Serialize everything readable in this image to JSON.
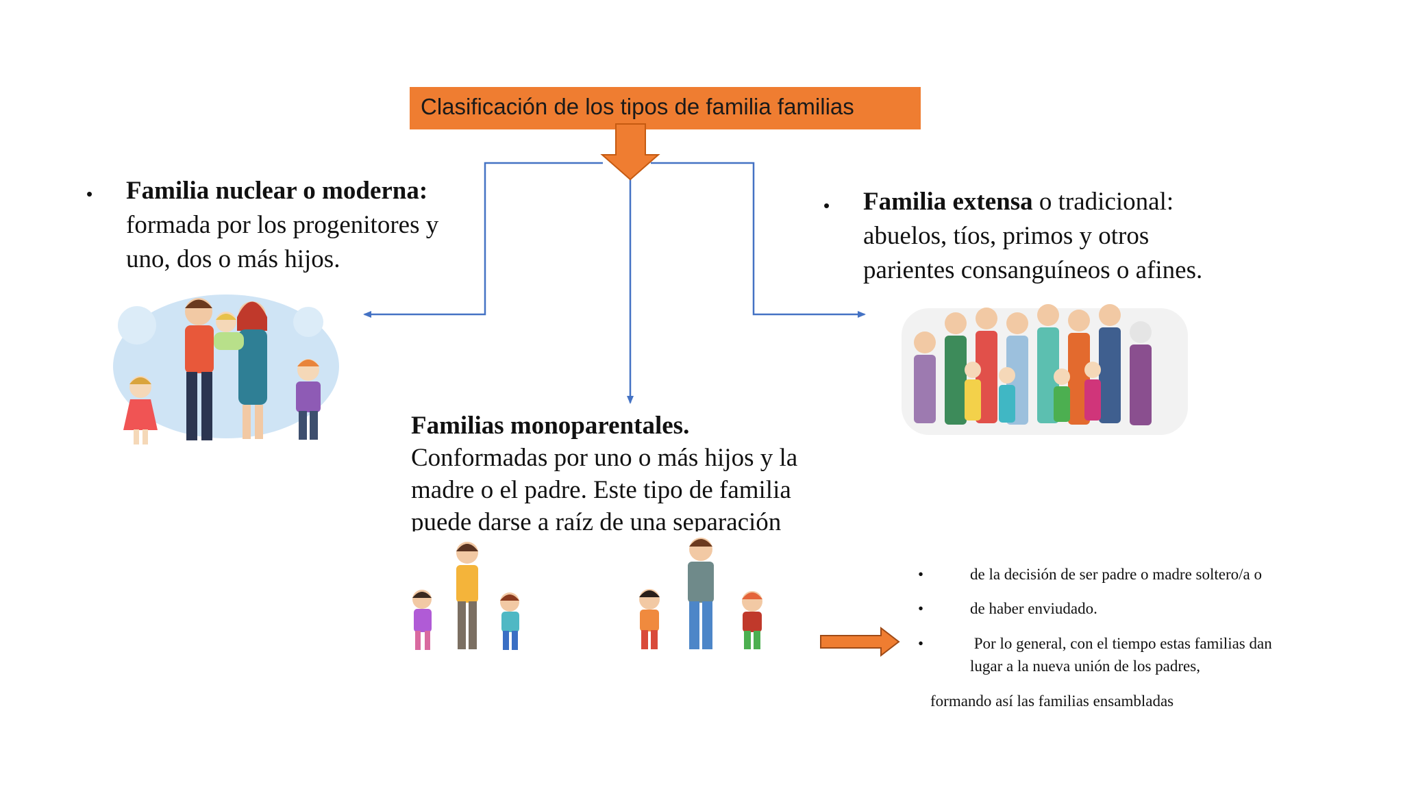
{
  "title": "Clasificación de los tipos de familia familias",
  "nuclear": {
    "heading": "Familia nuclear o moderna:",
    "text": "formada por los progenitores y uno, dos o más hijos."
  },
  "extensa": {
    "heading": "Familia extensa",
    "heading_rest": " o tradicional:",
    "text": "abuelos, tíos, primos y otros parientes consanguíneos o afines."
  },
  "mono": {
    "heading": "Familias monoparentales.",
    "text": "Conformadas por uno o más hijos y la madre o el padre. Este tipo de familia puede darse a raíz de una separación"
  },
  "continuation": {
    "items": [
      "de la decisión de ser padre o madre soltero/a o",
      "de haber enviudado.",
      " Por lo general, con el tiempo estas familias dan lugar a la nueva unión de los padres,"
    ],
    "footer": "formando así las familias ensambladas"
  },
  "colors": {
    "accent": "#ef7d31",
    "connector": "#4472c4"
  },
  "icons": {
    "down_arrow": "orange-down-arrow-icon",
    "right_arrow": "orange-right-arrow-icon"
  }
}
